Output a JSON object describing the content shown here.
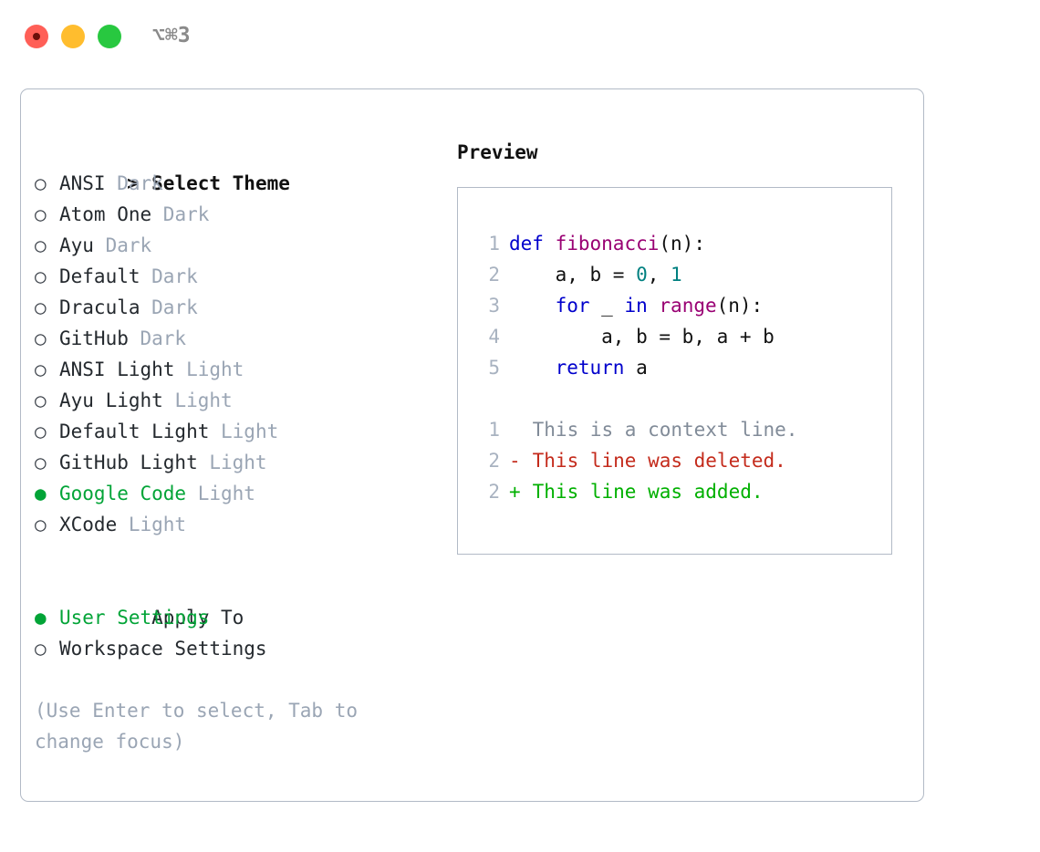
{
  "titlebar": {
    "shortcut": "⌥⌘3",
    "buttons": [
      {
        "name": "close",
        "color": "#ff5f57"
      },
      {
        "name": "minimize",
        "color": "#ffbd2e"
      },
      {
        "name": "maximize",
        "color": "#28c840"
      }
    ]
  },
  "theme_picker": {
    "heading_marker": "&gt;",
    "heading": "Select Theme",
    "marker_unselected": "○",
    "marker_selected": "●",
    "items": [
      {
        "marker": "○",
        "label": "ANSI",
        "tag": "Dark",
        "selected": false
      },
      {
        "marker": "○",
        "label": "Atom One",
        "tag": "Dark",
        "selected": false
      },
      {
        "marker": "○",
        "label": "Ayu",
        "tag": "Dark",
        "selected": false
      },
      {
        "marker": "○",
        "label": "Default",
        "tag": "Dark",
        "selected": false
      },
      {
        "marker": "○",
        "label": "Dracula",
        "tag": "Dark",
        "selected": false
      },
      {
        "marker": "○",
        "label": "GitHub",
        "tag": "Dark",
        "selected": false
      },
      {
        "marker": "○",
        "label": "ANSI Light",
        "tag": "Light",
        "selected": false
      },
      {
        "marker": "○",
        "label": "Ayu Light",
        "tag": "Light",
        "selected": false
      },
      {
        "marker": "○",
        "label": "Default Light",
        "tag": "Light",
        "selected": false
      },
      {
        "marker": "○",
        "label": "GitHub Light",
        "tag": "Light",
        "selected": false
      },
      {
        "marker": "●",
        "label": "Google Code",
        "tag": "Light",
        "selected": true
      },
      {
        "marker": "○",
        "label": "XCode",
        "tag": "Light",
        "selected": false
      }
    ]
  },
  "apply_to": {
    "heading": "Apply To",
    "items": [
      {
        "marker": "●",
        "label": "User Settings",
        "selected": true
      },
      {
        "marker": "○",
        "label": "Workspace Settings",
        "selected": false
      }
    ]
  },
  "hint": "(Use Enter to select, Tab to change focus)",
  "preview": {
    "title": "Preview",
    "code_lines": [
      {
        "no": "1",
        "tokens": [
          {
            "t": "def",
            "c": "kw"
          },
          {
            "t": " ",
            "c": "pl"
          },
          {
            "t": "fibonacci",
            "c": "fn"
          },
          {
            "t": "(n):",
            "c": "pl"
          }
        ]
      },
      {
        "no": "2",
        "tokens": [
          {
            "t": "    a, b = ",
            "c": "pl"
          },
          {
            "t": "0",
            "c": "num"
          },
          {
            "t": ", ",
            "c": "pl"
          },
          {
            "t": "1",
            "c": "num"
          }
        ]
      },
      {
        "no": "3",
        "tokens": [
          {
            "t": "    ",
            "c": "pl"
          },
          {
            "t": "for",
            "c": "kw"
          },
          {
            "t": " _ ",
            "c": "pl"
          },
          {
            "t": "in",
            "c": "kw"
          },
          {
            "t": " ",
            "c": "pl"
          },
          {
            "t": "range",
            "c": "fn"
          },
          {
            "t": "(n):",
            "c": "pl"
          }
        ]
      },
      {
        "no": "4",
        "tokens": [
          {
            "t": "        a, b = b, a + b",
            "c": "pl"
          }
        ]
      },
      {
        "no": "5",
        "tokens": [
          {
            "t": "    ",
            "c": "pl"
          },
          {
            "t": "return",
            "c": "kw"
          },
          {
            "t": " a",
            "c": "pl"
          }
        ]
      }
    ],
    "diff_lines": [
      {
        "no": "1",
        "mark": " ",
        "text": "This is a context line.",
        "kind": "ctx"
      },
      {
        "no": "2",
        "mark": "-",
        "text": "This line was deleted.",
        "kind": "del"
      },
      {
        "no": "2",
        "mark": "+",
        "text": "This line was added.",
        "kind": "add"
      }
    ]
  },
  "colors": {
    "accent_green": "#02a437",
    "muted": "#9aa5b4",
    "border": "#b2bac6",
    "keyword": "#0000cc",
    "function": "#990073",
    "number": "#008080",
    "diff_add": "#00b000",
    "diff_del": "#c42b1c"
  }
}
